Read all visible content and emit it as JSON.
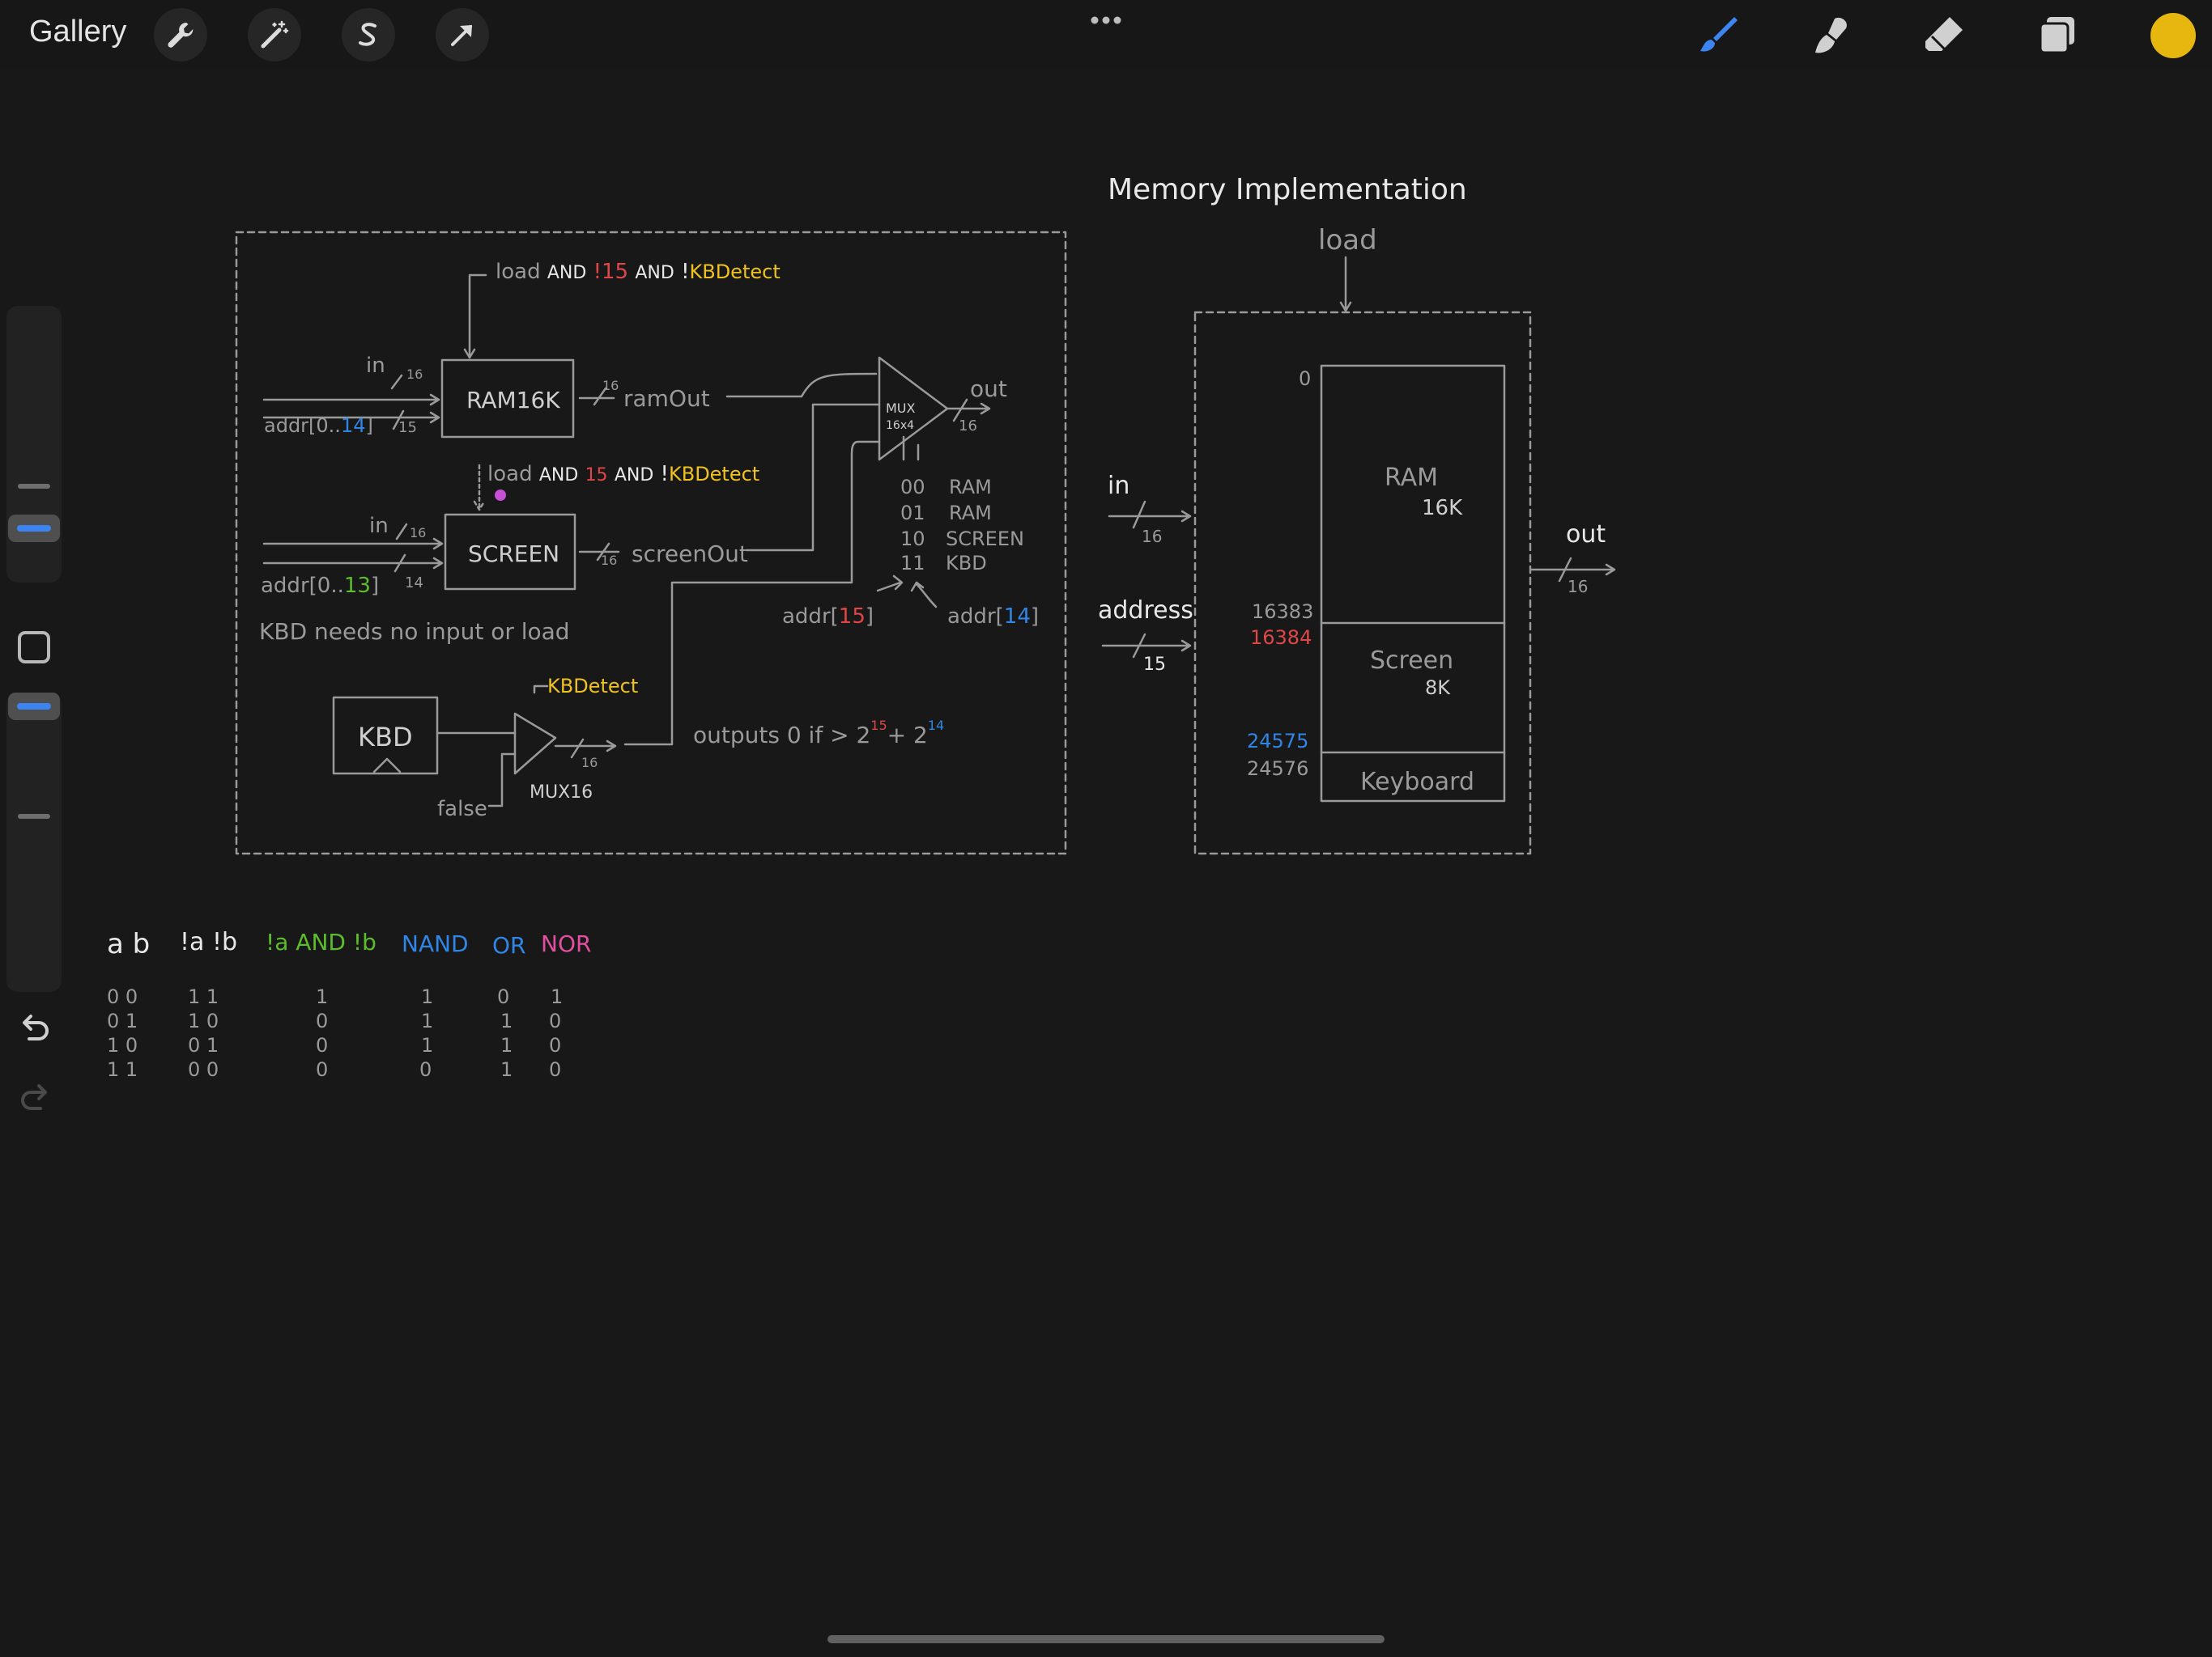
{
  "app": {
    "gallery_label": "Gallery",
    "accent_color": "#3c84f2",
    "current_color": "#e7b710"
  },
  "toolbar_left": [
    "wrench-icon",
    "magic-wand-icon",
    "selection-s-icon",
    "arrow-transform-icon"
  ],
  "toolbar_right": [
    "brush-icon",
    "smudge-icon",
    "eraser-icon",
    "layers-icon"
  ],
  "colors": {
    "red": "#e04646",
    "blue": "#2f86e6",
    "yellow": "#efc21d",
    "green": "#5cbc2b",
    "pink": "#e24fa0",
    "purple": "#c550d6",
    "ink": "#9a9a9a",
    "white": "#e8e8e8"
  },
  "title": "Memory Implementation",
  "left_diagram": {
    "ram_load": {
      "prefix": "load",
      "and1": "AND",
      "not15": "!15",
      "and2": "AND",
      "not": "!",
      "kbdetect": "KBDetect"
    },
    "ram_box": "RAM16K",
    "ram_in": "in",
    "ram_in_bits": "16",
    "ram_addr": {
      "prefix": "addr[0..",
      "hi": "14",
      "suffix": "]"
    },
    "ram_addr_bits": "15",
    "ram_out": "ramOut",
    "ram_out_bits": "16",
    "screen_load": {
      "prefix": "load",
      "and1": "AND",
      "bit15": "15",
      "and2": "AND",
      "not": "!",
      "kbdetect": "KBDetect"
    },
    "screen_box": "SCREEN",
    "screen_in": "in",
    "screen_in_bits": "16",
    "screen_addr": {
      "prefix": "addr[0..",
      "hi": "13",
      "suffix": "]"
    },
    "screen_addr_bits": "14",
    "screen_out": "screenOut",
    "screen_out_bits": "16",
    "mux_label": "MUX",
    "mux_sub": "16x4",
    "out": "out",
    "out_bits": "16",
    "select_table": [
      [
        "00",
        "RAM"
      ],
      [
        "01",
        "RAM"
      ],
      [
        "10",
        "SCREEN"
      ],
      [
        "11",
        "KBD"
      ]
    ],
    "addr15": {
      "prefix": "addr[",
      "bit": "15",
      "suffix": "]"
    },
    "addr14": {
      "prefix": "addr[",
      "bit": "14",
      "suffix": "]"
    },
    "kbd_note": "KBD needs no input or load",
    "kbd_box": "KBD",
    "kbdetect": "KBDetect",
    "mux16": "MUX16",
    "mux16_bits": "16",
    "false_label": "false",
    "outputs_note": {
      "text": "outputs 0 if > 2",
      "exp1": "15",
      "plus": "+ 2",
      "exp2": "14"
    }
  },
  "right_diagram": {
    "load": "load",
    "in": "in",
    "in_bits": "16",
    "address": "address",
    "address_bits": "15",
    "out": "out",
    "out_bits": "16",
    "addr_0": "0",
    "ram": "RAM",
    "ram_size": "16K",
    "addr_16383": "16383",
    "addr_16384": "16384",
    "screen": "Screen",
    "screen_size": "8K",
    "addr_24575": "24575",
    "addr_24576": "24576",
    "keyboard": "Keyboard"
  },
  "truth_table": {
    "headers": [
      {
        "text": "a b",
        "color": "#e8e8e8"
      },
      {
        "text": "!a !b",
        "color": "#e8e8e8"
      },
      {
        "text": "!a AND !b",
        "color": "#5cbc2b"
      },
      {
        "text": "NAND",
        "color": "#2f86e6"
      },
      {
        "text": "OR",
        "color": "#2f86e6"
      },
      {
        "text": "NOR",
        "color": "#e24fa0"
      }
    ],
    "rows": [
      [
        "0 0",
        "1 1",
        "1",
        "1",
        "0",
        "1"
      ],
      [
        "0 1",
        "1 0",
        "0",
        "1",
        "1",
        "0"
      ],
      [
        "1 0",
        "0 1",
        "0",
        "1",
        "1",
        "0"
      ],
      [
        "1 1",
        "0 0",
        "0",
        "0",
        "1",
        "0"
      ]
    ]
  }
}
